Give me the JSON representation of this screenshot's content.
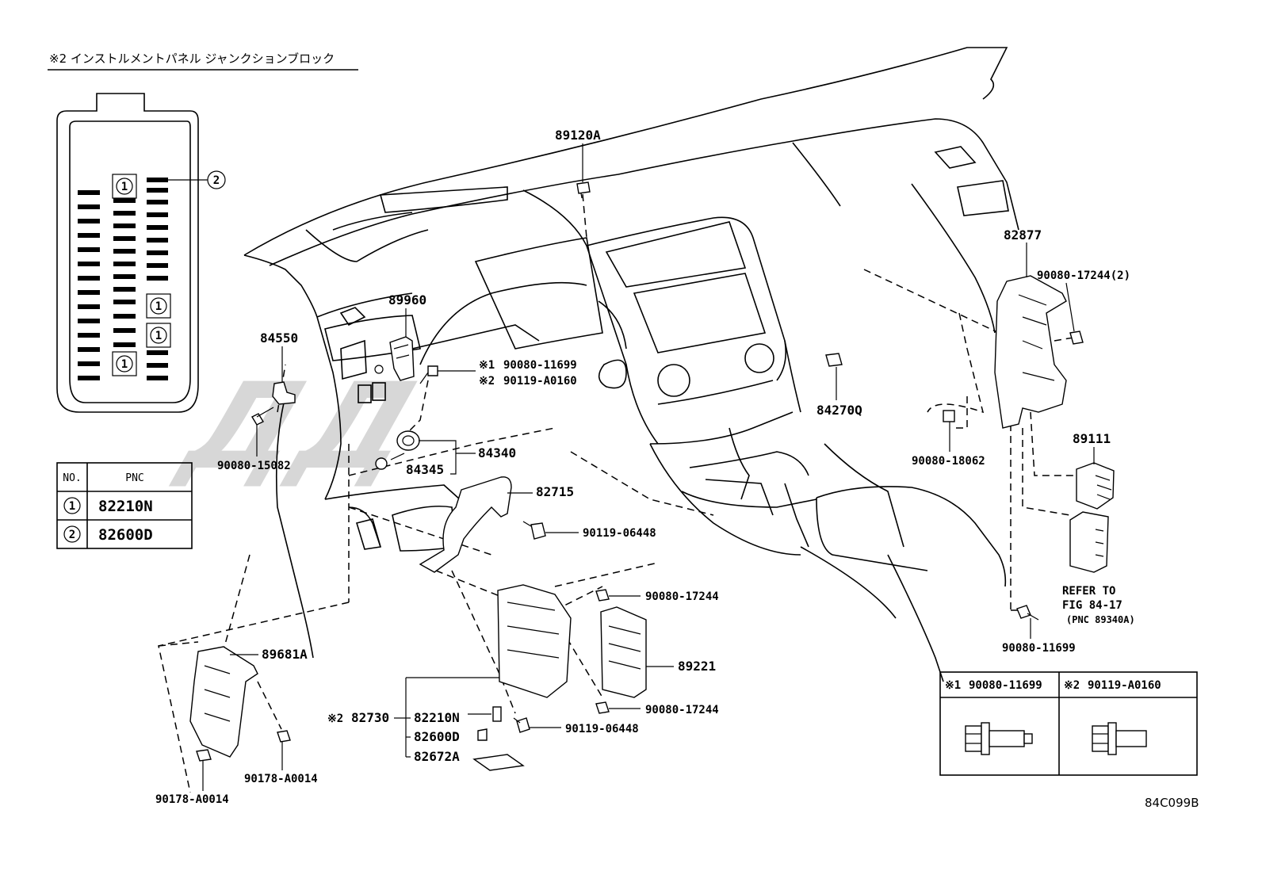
{
  "header": {
    "title": "※2 インストルメントパネル ジャンクションブロック"
  },
  "junction_block": {
    "callout": "2",
    "slot_marks": [
      "1",
      "1",
      "1",
      "1"
    ]
  },
  "pnc_table": {
    "col_no": "NO.",
    "col_pnc": "PNC",
    "rows": [
      {
        "no": "1",
        "pnc": "82210N"
      },
      {
        "no": "2",
        "pnc": "82600D"
      }
    ]
  },
  "parts": {
    "p89120A": "89120A",
    "p82877": "82877",
    "p90080_17244_2": "90080-17244(2)",
    "p89960": "89960",
    "p84550": "84550",
    "p90080_11699_a": "90080-11699",
    "p90119_A0160": "90119-A0160",
    "note1": "※1",
    "note2": "※2",
    "p84270Q": "84270Q",
    "p90080_18062": "90080-18062",
    "p89111": "89111",
    "p90080_15082": "90080-15082",
    "p84340": "84340",
    "p84345": "84345",
    "p82715": "82715",
    "p90119_06448_a": "90119-06448",
    "refer1": "REFER TO",
    "refer2": "FIG 84-17",
    "refer3": "(PNC 89340A)",
    "p90080_17244_a": "90080-17244",
    "p90080_11699_b": "90080-11699",
    "p89681A": "89681A",
    "p89221": "89221",
    "p82730_note": "※2",
    "p82730": "82730",
    "p82210N": "82210N",
    "p82600D": "82600D",
    "p82672A": "82672A",
    "p90080_17244_b": "90080-17244",
    "p90119_06448_b": "90119-06448",
    "p90178_A0014_a": "90178-A0014",
    "p90178_A0014_b": "90178-A0014"
  },
  "bolt_table": {
    "left_note": "※1",
    "left_pnc": "90080-11699",
    "right_note": "※2",
    "right_pnc": "90119-A0160"
  },
  "footer": {
    "figure_code": "84C099B"
  },
  "watermark": {
    "text": "ДД"
  }
}
